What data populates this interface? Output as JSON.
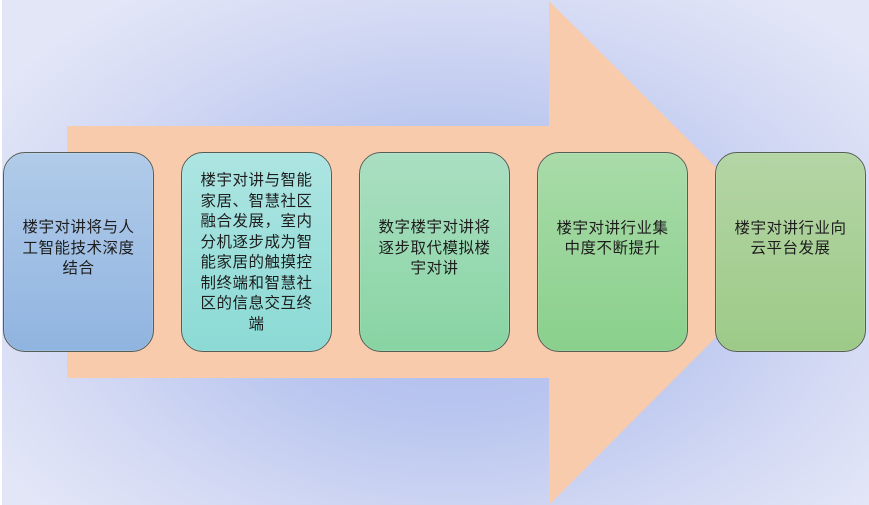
{
  "diagram": {
    "type": "process-arrow",
    "colors": {
      "background_center": "#aab9ec",
      "background_edge": "#e2e6f7",
      "arrow_fill": "#f8cbad",
      "box_border": "#555d55"
    },
    "steps": [
      {
        "label": "楼宇对讲将与人工智能技术深度结合",
        "color": "#9fbfe5"
      },
      {
        "label": "楼宇对讲与智能家居、智慧社区融合发展，室内分机逐步成为智能家居的触摸控制终端和智慧社区的信息交互终端",
        "color": "#9ce0dc"
      },
      {
        "label": "数字楼宇对讲将逐步取代模拟楼宇对讲",
        "color": "#98dab2"
      },
      {
        "label": "楼宇对讲行业集中度不断提升",
        "color": "#98d69a"
      },
      {
        "label": "楼宇对讲行业向云平台发展",
        "color": "#a8d097"
      }
    ]
  }
}
